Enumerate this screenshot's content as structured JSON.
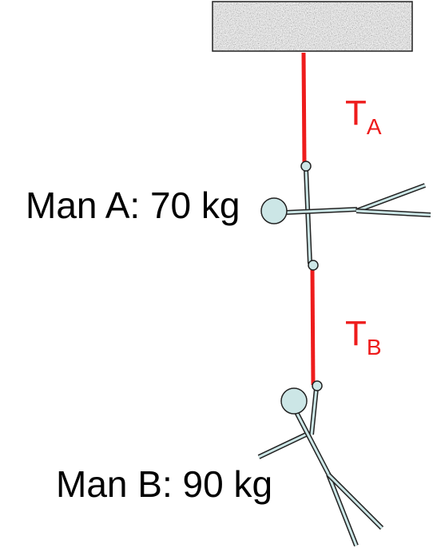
{
  "labels": {
    "man_a": "Man A: 70 kg",
    "man_b": "Man B: 90 kg"
  },
  "tensions": {
    "a": {
      "main": "T",
      "sub": "A"
    },
    "b": {
      "main": "T",
      "sub": "B"
    }
  },
  "colors": {
    "rope": "#ee1c1c",
    "tension_text": "#ee1c1c",
    "figure_fill": "#cce6e6",
    "outline": "#222222"
  }
}
